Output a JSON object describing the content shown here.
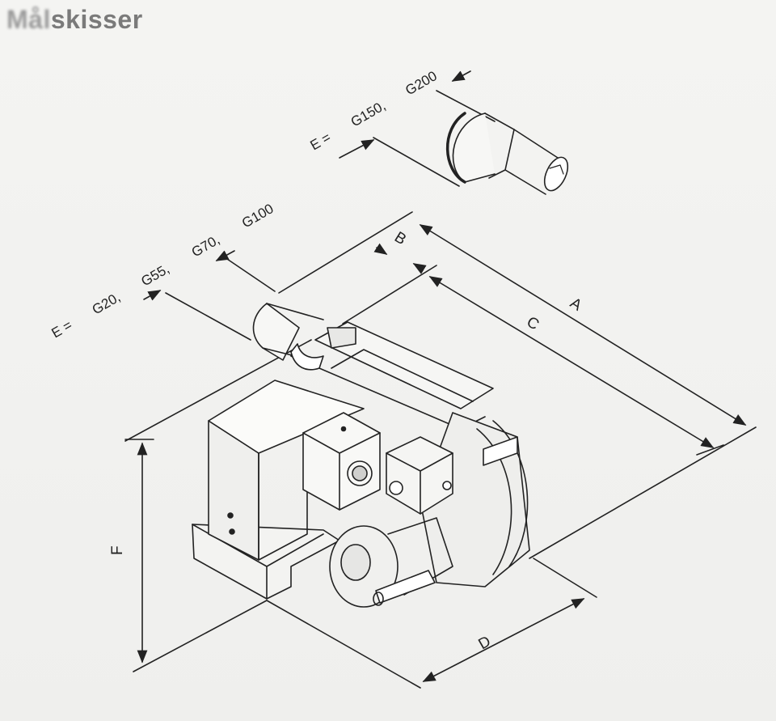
{
  "title_prefix": "Mål",
  "title_suffix": "skisser",
  "dimensions": {
    "A": "A",
    "B": "B",
    "C": "C",
    "D": "D",
    "F": "F"
  },
  "e_label_small": "E =",
  "e_values_small": [
    "G20,",
    "G55,",
    "G70,",
    "G100"
  ],
  "e_label_large": "E =",
  "e_values_large": [
    "G150,",
    "G200"
  ]
}
